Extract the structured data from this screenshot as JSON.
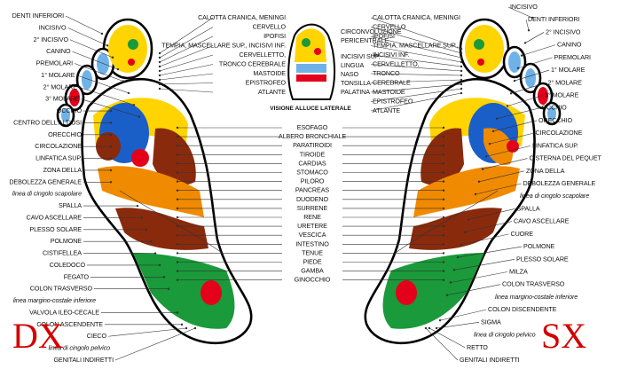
{
  "sides": {
    "right_foot": "DX",
    "left_foot": "SX"
  },
  "toe_caption": "VISIONE ALLUCE LATERALE",
  "left_labels": [
    "DENTI INFERIORI",
    "INCISIVO",
    "2° INCISIVO",
    "CANINO",
    "PREMOLARI",
    "1° MOLARE",
    "2° MOLARE",
    "3° MOLARE",
    "OCCHIO",
    "CENTRO DELL'ALTIOSI",
    "ORECCHIO",
    "CIRCOLAZIONE",
    "LINFATICA SUP.",
    "ZONA DELLA",
    "DEBOLEZZA GENERALE",
    "linea di cingolo scapolare",
    "SPALLA",
    "CAVO ASCELLARE",
    "PLESSO SOLARE",
    "POLMONE",
    "CISTIFELLEA",
    "COLEDOCO",
    "FEGATO",
    "COLON TRASVERSO",
    "linea margino-costale inferiore",
    "VALVOLA ILEO-CECALE",
    "COLON ASCENDENTE",
    "CIECO",
    "linea di cingolo pelvico",
    "GENITALI INDIRETTI"
  ],
  "center_labels": [
    "CALOTTA CRANICA, MENINGI",
    "CERVELLO",
    "IPOFISI",
    "TEMPIA, MASCELLARE SUP., INCISIVI INF.",
    "CERVELLETTO,",
    "TRONCO CEREBRALE",
    "MASTOIDE",
    "EPISTROFEO",
    "ATLANTE",
    "ESOFAGO",
    "ALBERO BRONCHIALE",
    "PARATIROIDI",
    "TIROIDE",
    "CARDIAS",
    "STOMACO",
    "PILORO",
    "PANCREAS",
    "DUODENO",
    "SURRENE",
    "RENE",
    "URETERE",
    "VESCICA",
    "INTESTINO",
    "TENUE",
    "PIEDE",
    "GAMBA",
    "GINOCCHIO"
  ],
  "toe_labels": [
    "CIRCONVOLUZIONE",
    "PERICENTRALE",
    "INCISIVI SUP.",
    "LINGUA",
    "NASO",
    "TONSILLA",
    "PALATINA"
  ],
  "right_labels": [
    "CALOTTA CRANICA, MENINGI",
    "CERVELLO",
    "IPOFISI",
    "TEMPIA, MASCELLARE SUP.,",
    "INCISIVI INF.",
    "CERVELLETTO,",
    "TRONCO",
    "CEREBRALE",
    "MASTOIDE",
    "EPISTROFEO",
    "ATLANTE",
    "INCISIVO",
    "DENTI INFERIORI",
    "2° INCISIVO",
    "CANINO",
    "PREMOLARI",
    "1° MOLARE",
    "2° MOLARE",
    "3° MOLARE",
    "OCCHIO",
    "ORECCHIO",
    "CIRCOLAZIONE",
    "LINFATICA SUP.",
    "CISTERNA DEL PEQUET",
    "ZONA DELLA",
    "DEBOLEZZA GENERALE",
    "linea di cingolo scapolare",
    "SPALLA",
    "CAVO ASCELLARE",
    "CUORE",
    "POLMONE",
    "PLESSO SOLARE",
    "MILZA",
    "COLON TRASVERSO",
    "linea margino-costale inferiore",
    "COLON DISCENDENTE",
    "SIGMA",
    "linea di cingolo pelvico",
    "RETTO",
    "GENITALI INDIRETTI"
  ],
  "colors": {
    "red": "#e4001b",
    "yellow": "#ffd400",
    "blue": "#1a5fc8",
    "green": "#1a9a3a",
    "brown": "#8a2a0c",
    "orange": "#f08a00",
    "lightblue": "#6fb2e8"
  }
}
